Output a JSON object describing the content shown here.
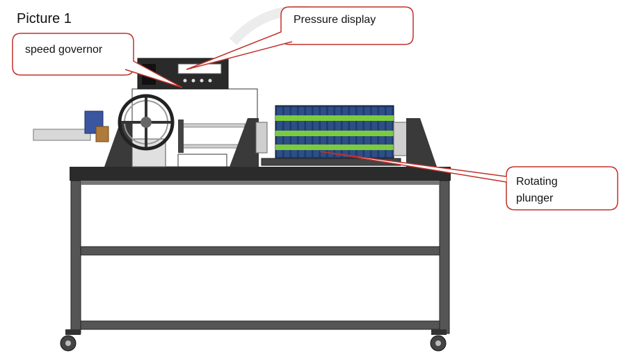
{
  "picture_title": "Picture 1",
  "callouts": {
    "speed_governor": "speed governor",
    "pressure_display": "Pressure display",
    "rotating_plunger": "Rotating\nplunger"
  },
  "colors": {
    "callout_border": "#c0302a",
    "frame": "#3a3a3a",
    "plunger_blue": "#2d4f86",
    "band_green": "#7ccb3c",
    "motor_blue": "#3a56a0",
    "coupling_orange": "#b07a3a"
  }
}
